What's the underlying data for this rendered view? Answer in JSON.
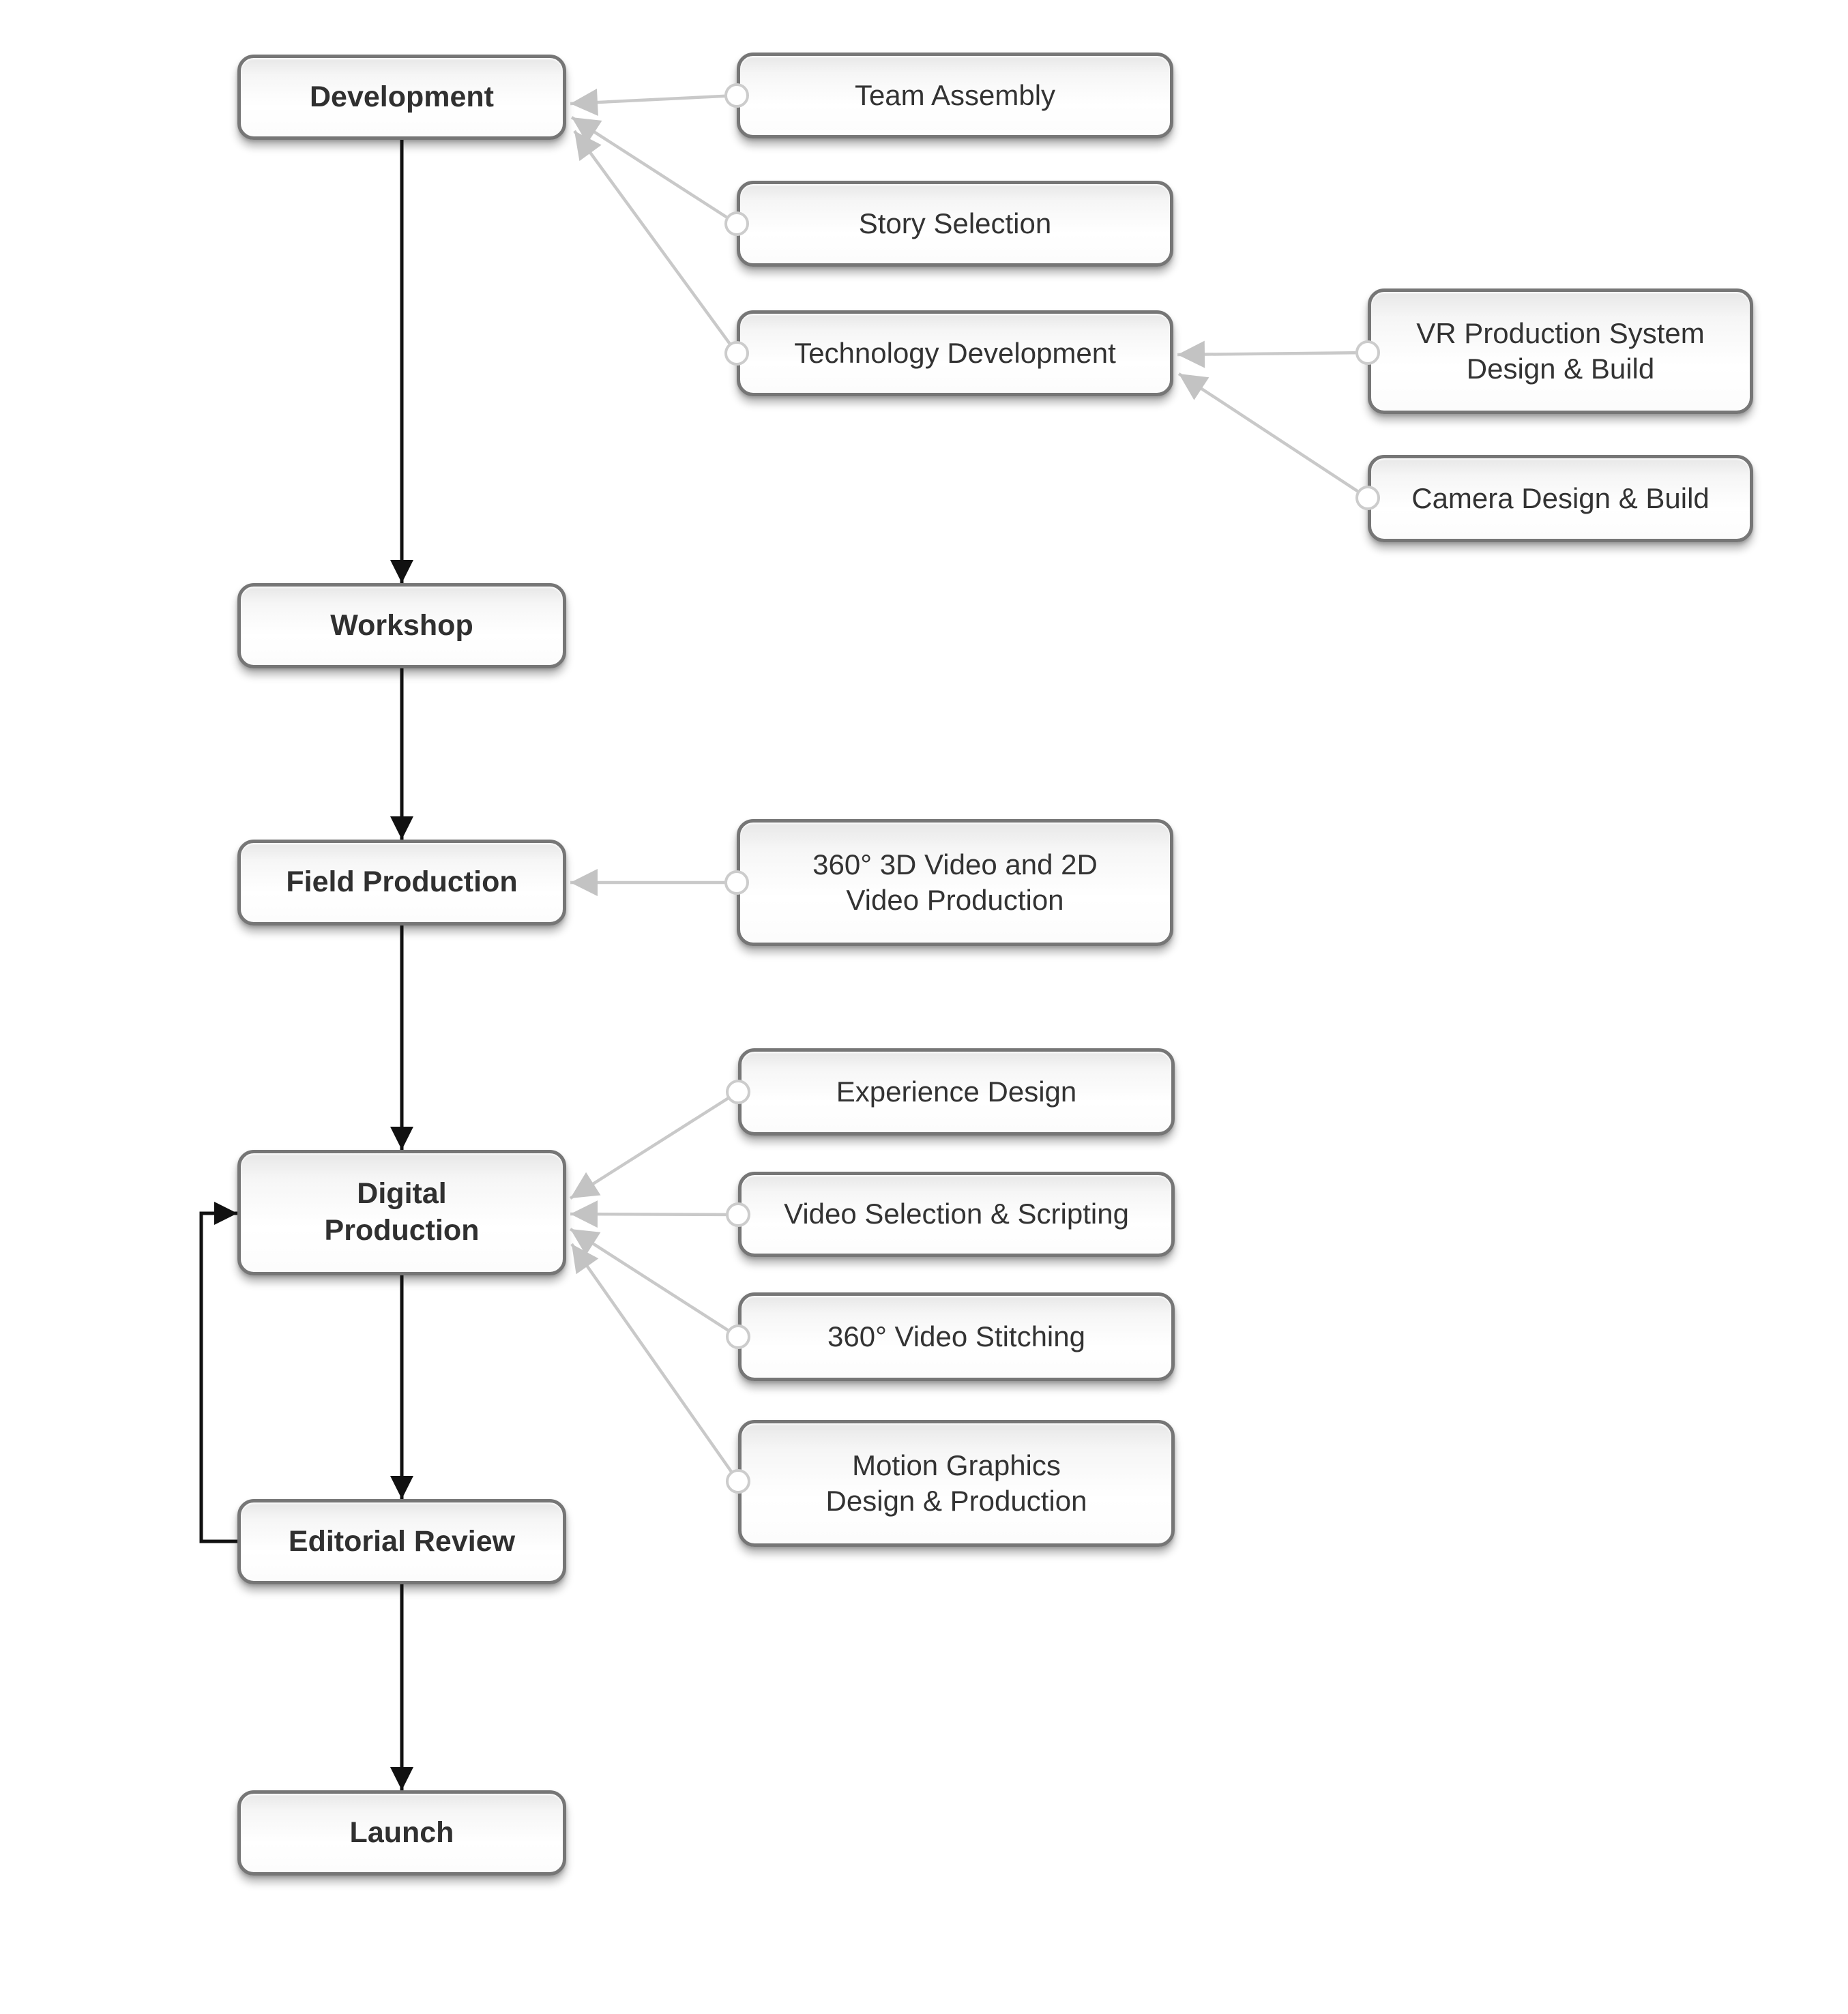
{
  "diagram": {
    "type": "flowchart",
    "nodes": {
      "development": {
        "label": "Development",
        "role": "main-stage"
      },
      "workshop": {
        "label": "Workshop",
        "role": "main-stage"
      },
      "field_production": {
        "label": "Field Production",
        "role": "main-stage"
      },
      "digital_production": {
        "label": "Digital\nProduction",
        "role": "main-stage"
      },
      "editorial_review": {
        "label": "Editorial Review",
        "role": "main-stage"
      },
      "launch": {
        "label": "Launch",
        "role": "main-stage"
      },
      "team_assembly": {
        "label": "Team Assembly",
        "role": "input-task"
      },
      "story_selection": {
        "label": "Story Selection",
        "role": "input-task"
      },
      "technology_development": {
        "label": "Technology Development",
        "role": "input-task"
      },
      "vr_production_system": {
        "label": "VR Production System\nDesign & Build",
        "role": "input-task"
      },
      "camera_design_build": {
        "label": "Camera Design & Build",
        "role": "input-task"
      },
      "video_360_3d_2d": {
        "label": "360° 3D Video and 2D\nVideo Production",
        "role": "input-task"
      },
      "experience_design": {
        "label": "Experience Design",
        "role": "input-task"
      },
      "video_selection_scripting": {
        "label": "Video Selection & Scripting",
        "role": "input-task"
      },
      "video_stitching_360": {
        "label": "360° Video Stitching",
        "role": "input-task"
      },
      "motion_graphics": {
        "label": "Motion Graphics\nDesign & Production",
        "role": "input-task"
      }
    },
    "edges": [
      {
        "from": "development",
        "to": "workshop",
        "type": "flow"
      },
      {
        "from": "workshop",
        "to": "field_production",
        "type": "flow"
      },
      {
        "from": "field_production",
        "to": "digital_production",
        "type": "flow"
      },
      {
        "from": "digital_production",
        "to": "editorial_review",
        "type": "flow"
      },
      {
        "from": "editorial_review",
        "to": "launch",
        "type": "flow"
      },
      {
        "from": "editorial_review",
        "to": "digital_production",
        "type": "feedback-loop"
      },
      {
        "from": "team_assembly",
        "to": "development",
        "type": "input"
      },
      {
        "from": "story_selection",
        "to": "development",
        "type": "input"
      },
      {
        "from": "technology_development",
        "to": "development",
        "type": "input"
      },
      {
        "from": "vr_production_system",
        "to": "technology_development",
        "type": "input"
      },
      {
        "from": "camera_design_build",
        "to": "technology_development",
        "type": "input"
      },
      {
        "from": "video_360_3d_2d",
        "to": "field_production",
        "type": "input"
      },
      {
        "from": "experience_design",
        "to": "digital_production",
        "type": "input"
      },
      {
        "from": "video_selection_scripting",
        "to": "digital_production",
        "type": "input"
      },
      {
        "from": "video_stitching_360",
        "to": "digital_production",
        "type": "input"
      },
      {
        "from": "motion_graphics",
        "to": "digital_production",
        "type": "input"
      }
    ],
    "colors": {
      "flow_arrow": "#111111",
      "input_line": "#c9c9c9",
      "input_arrowhead": "#c3c3c3",
      "connector_circle_stroke": "#cccccc",
      "box_border": "#767676",
      "box_fill_top": "#e7e7e7",
      "box_fill_bottom": "#ffffff",
      "label_text": "#333333"
    }
  }
}
